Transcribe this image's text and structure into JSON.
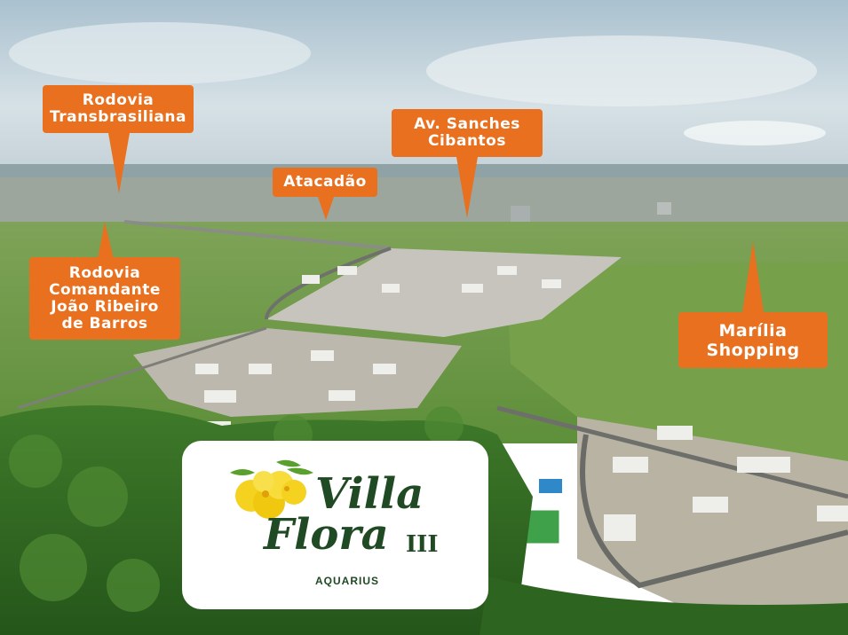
{
  "callouts": [
    {
      "id": "transbrasiliana",
      "lines": [
        "Rodovia",
        "Transbrasiliana"
      ]
    },
    {
      "id": "atacadao",
      "lines": [
        "Atacadão"
      ]
    },
    {
      "id": "sanches",
      "lines": [
        "Av. Sanches",
        "Cibantos"
      ]
    },
    {
      "id": "joao",
      "lines": [
        "Rodovia",
        "Comandante",
        "João Ribeiro",
        "de Barros"
      ]
    },
    {
      "id": "marilia",
      "lines": [
        "Marília",
        "Shopping"
      ]
    }
  ],
  "logo": {
    "word1": "Villa",
    "word2": "Flora",
    "numeral": "III",
    "subtitle": "AQUARIUS"
  },
  "colors": {
    "callout": "#e8701f",
    "logo_text": "#1f4a23",
    "flower": "#f4d21f",
    "leaf": "#5aa02c"
  }
}
